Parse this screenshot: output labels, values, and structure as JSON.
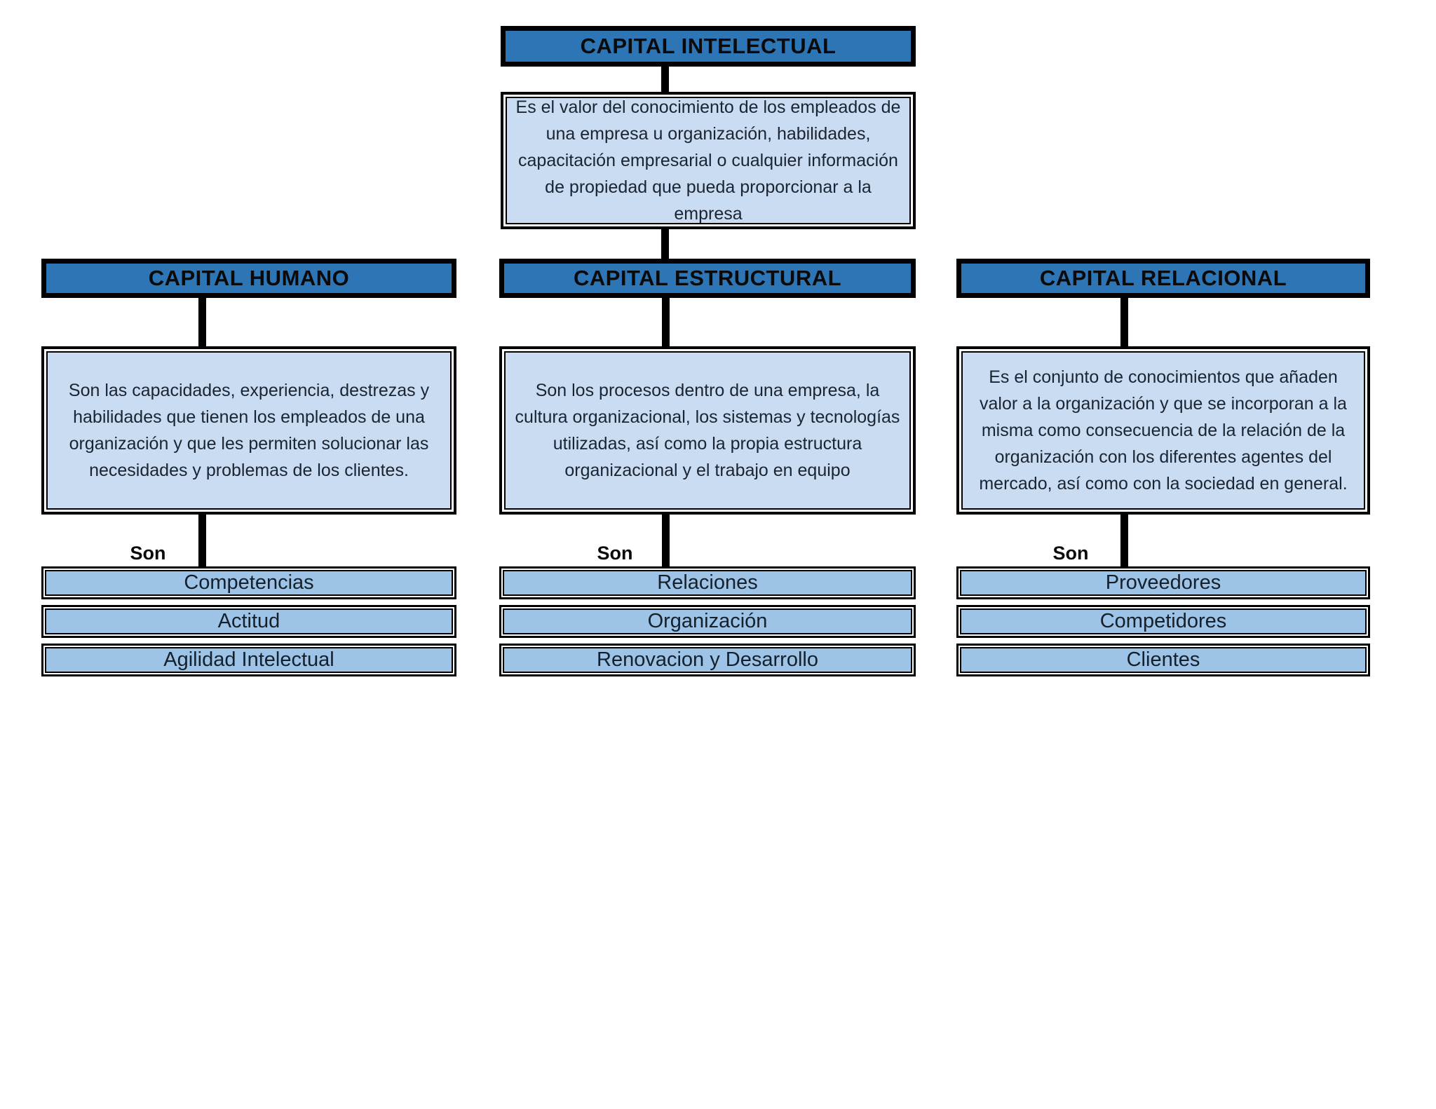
{
  "root": {
    "title": "CAPITAL INTELECTUAL",
    "description": "Es el valor del conocimiento de los empleados de una empresa u organización, habilidades, capacitación empresarial o cualquier información de propiedad que pueda proporcionar a la empresa"
  },
  "columns": [
    {
      "title": "CAPITAL HUMANO",
      "description": "Son las capacidades, experiencia, destrezas y habilidades que tienen los empleados de una organización y que les permiten solucionar las necesidades y problemas de los clientes.",
      "connector_label": "Son",
      "items": [
        "Competencias",
        "Actitud",
        "Agilidad Intelectual"
      ]
    },
    {
      "title": "CAPITAL ESTRUCTURAL",
      "description": "Son los procesos dentro de una empresa, la cultura organizacional, los sistemas y tecnologías utilizadas, así como la propia estructura organizacional y el trabajo en equipo",
      "connector_label": "Son",
      "items": [
        "Relaciones",
        "Organización",
        "Renovacion y Desarrollo"
      ]
    },
    {
      "title": "CAPITAL RELACIONAL",
      "description": "Es el conjunto de conocimientos que añaden valor a la organización y que se incorporan a la misma como consecuencia de la relación de la organización con los diferentes agentes del mercado, así como con la sociedad en general.",
      "connector_label": "Son",
      "items": [
        "Proveedores",
        "Competidores",
        "Clientes"
      ]
    }
  ],
  "colors": {
    "header_fill": "#2E75B6",
    "description_fill": "#C9DCF1",
    "item_fill": "#9DC3E6",
    "connector": "#000000"
  }
}
